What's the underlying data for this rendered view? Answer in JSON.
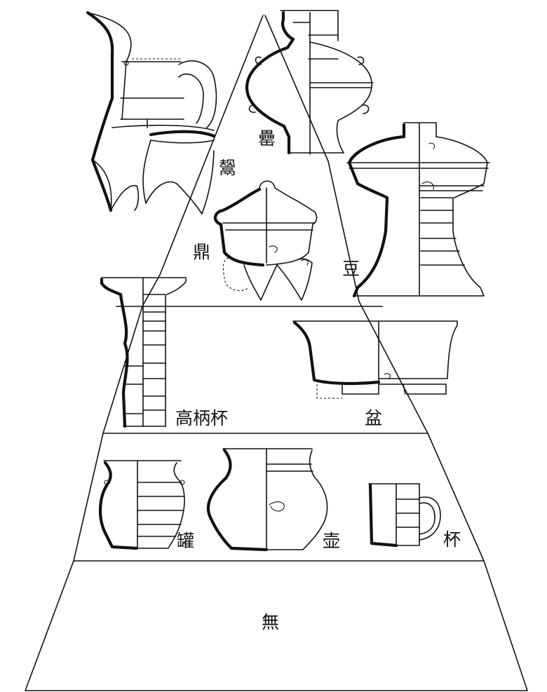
{
  "labels": {
    "lei": "罍",
    "gui": "鬶",
    "ding": "鼎",
    "dou": "豆",
    "gaobingbei": "高柄杯",
    "pen": "盆",
    "guan": "罐",
    "hu": "壶",
    "bei": "杯",
    "wu": "無"
  }
}
